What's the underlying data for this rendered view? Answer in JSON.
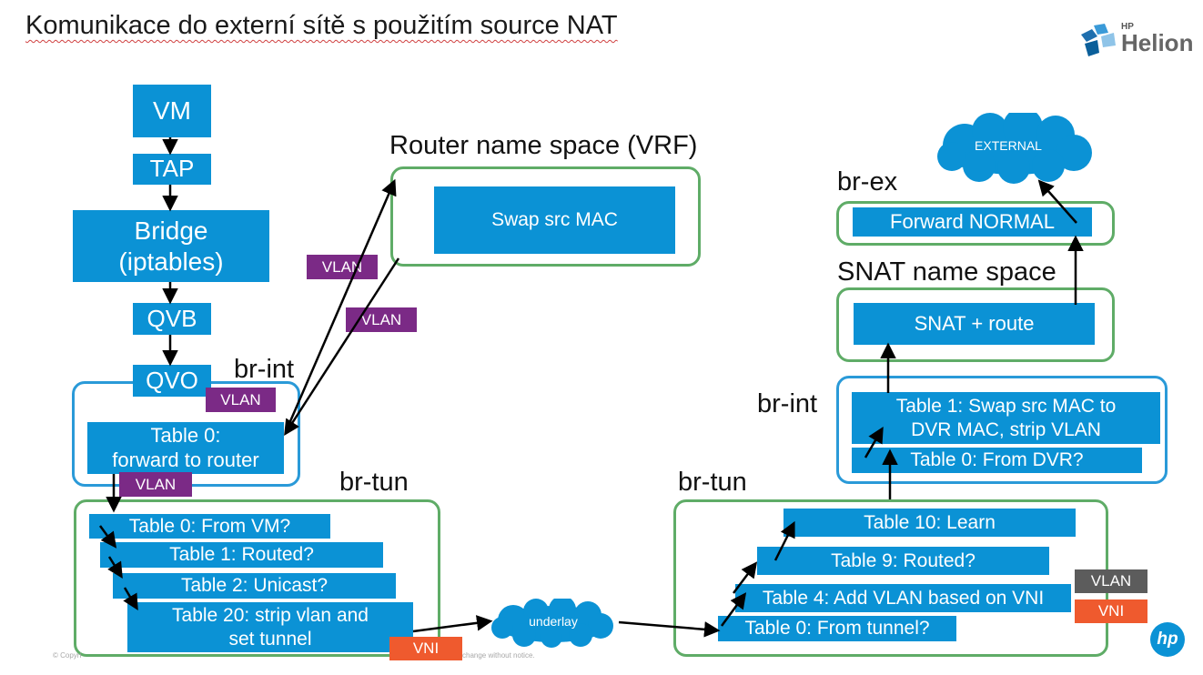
{
  "title": "Komunikace do externí sítě s použitím source NAT",
  "logo": {
    "brand_small": "HP",
    "brand": "Helion",
    "corner_mark": "hp"
  },
  "footer": {
    "left": "© Copyri",
    "right": "change without notice."
  },
  "left": {
    "vm": "VM",
    "tap": "TAP",
    "bridge_line1": "Bridge",
    "bridge_line2": "(iptables)",
    "qvb": "QVB",
    "qvo": "QVO",
    "br_int_label": "br-int",
    "table0_line1": "Table 0:",
    "table0_line2": "forward to router",
    "br_tun_label": "br-tun",
    "tun_tables": [
      "Table 0: From VM?",
      "Table 1: Routed?",
      "Table 2: Unicast?"
    ],
    "table20_line1": "Table 20: strip vlan and",
    "table20_line2": "set tunnel"
  },
  "router": {
    "label": "Router name space (VRF)",
    "box": "Swap src MAC"
  },
  "underlay": "underlay",
  "right": {
    "external": "EXTERNAL",
    "br_ex_label": "br-ex",
    "forward_normal": "Forward NORMAL",
    "snat_label": "SNAT name space",
    "snat_box": "SNAT + route",
    "br_int_label": "br-int",
    "table1_line1": "Table 1: Swap src MAC to",
    "table1_line2": "DVR MAC, strip VLAN",
    "table0": "Table 0: From DVR?",
    "br_tun_label": "br-tun",
    "tun_tables": [
      "Table 10: Learn",
      "Table 9: Routed?",
      "Table 4: Add VLAN based on VNI",
      "Table 0: From tunnel?"
    ]
  },
  "tags": {
    "vlan": "VLAN",
    "vni": "VNI"
  },
  "colors": {
    "box_blue": "#0b92d5",
    "frame_green": "#5fac67",
    "frame_blue": "#2a9ad8",
    "vlan_purple": "#7b2a86",
    "vni_orange": "#ef5a2e",
    "vlan_gray": "#5c5c5c"
  }
}
